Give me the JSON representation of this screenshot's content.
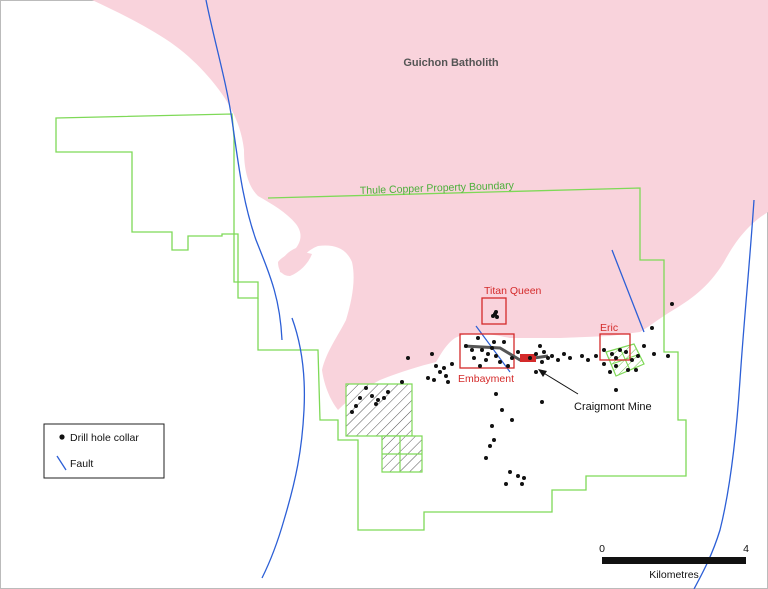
{
  "map": {
    "batholith_label": "Guichon Batholith",
    "property_label": "Thule Copper Property Boundary",
    "areas": {
      "titan_queen": "Titan Queen",
      "eric": "Eric",
      "embayment": "Embayment"
    },
    "mine_label": "Craigmont Mine",
    "legend": {
      "collar": "Drill hole collar",
      "fault": "Fault"
    },
    "scale": {
      "start": "0",
      "end": "4",
      "unit": "Kilometres"
    },
    "colors": {
      "batholith": "#f9d3dc",
      "boundary": "#7ed957",
      "fault": "#2c5fd6",
      "target": "#d42a2a",
      "label_gray": "#555555"
    }
  }
}
